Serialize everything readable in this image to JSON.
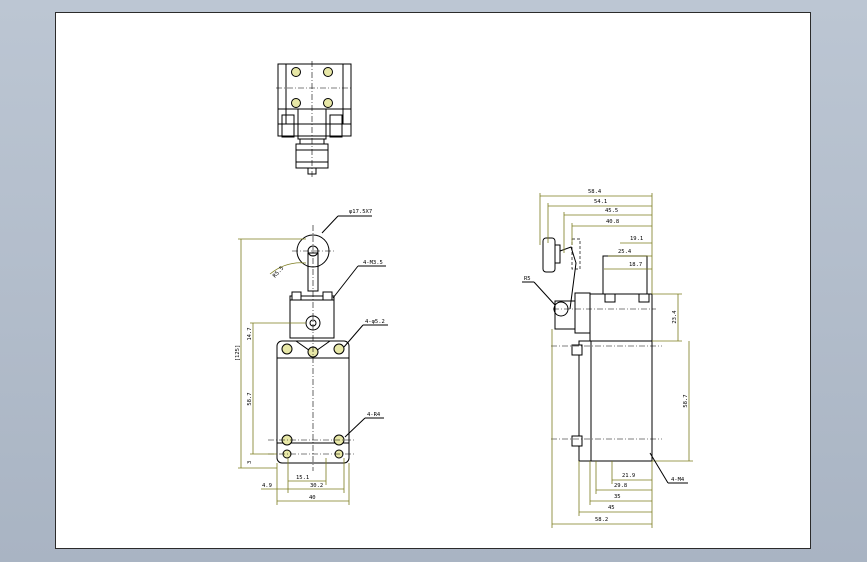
{
  "front_view": {
    "roller_dia": "φ17.5X7",
    "roller_r": "R5.5",
    "holes_top": "4-M3.5",
    "holes_mid": "4-φ5.2",
    "holes_bottom": "4-R4",
    "overall_height": "[125]",
    "height_upper": "14.7",
    "height_body": "58.7",
    "base_gap": "3",
    "dim_4_9": "4.9",
    "dim_15_1": "15.1",
    "dim_30_2": "30.2",
    "width_40": "40"
  },
  "side_view": {
    "dim_58_4": "58.4",
    "dim_54_1": "54.1",
    "dim_45_5": "45.5",
    "dim_40_8": "40.8",
    "dim_19_1": "19.1",
    "dim_25_4": "25.4",
    "dim_18_7": "18.7",
    "r5": "R5",
    "head_h": "23.4",
    "body_h": "58.7",
    "mount_holes": "4-M4",
    "dim_21_9": "21.9",
    "dim_29_8": "29.8",
    "dim_35": "35",
    "dim_45": "45",
    "dim_58_2": "58.2"
  }
}
